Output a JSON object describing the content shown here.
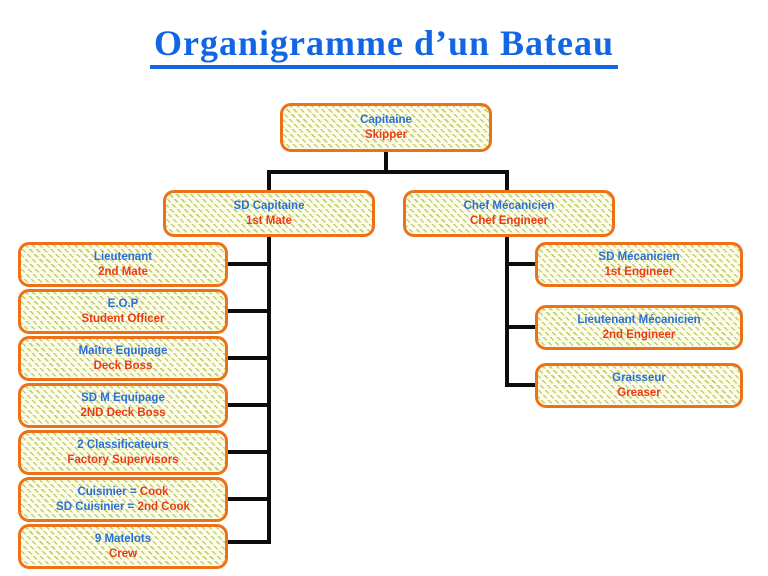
{
  "title": "Organigramme d’un Bateau",
  "palette": {
    "title_blue": "#1266e3",
    "label_blue": "#2a6fd4",
    "label_red": "#ee3a10",
    "border_orange": "#ed7117",
    "box_fill": "#fdfcec",
    "hatch_green": "#bfd06d",
    "connector_black": "#0d0d0d"
  },
  "org": {
    "root": {
      "line1_blue": "Capitaine",
      "line1_red": "",
      "line2_blue": "",
      "line2_red": "Skipper"
    },
    "left_head": {
      "line1_blue": "SD Capitaine",
      "line1_red": "",
      "line2_blue": "",
      "line2_red": "1st Mate"
    },
    "right_head": {
      "line1_blue": "Chef Mécanicien",
      "line1_red": "",
      "line2_blue": "",
      "line2_red": "Chef Engineer"
    },
    "left_children": [
      {
        "line1_blue": "Lieutenant",
        "line1_red": "",
        "line2_blue": "",
        "line2_red": "2nd Mate"
      },
      {
        "line1_blue": "E.O.P",
        "line1_red": "",
        "line2_blue": "",
        "line2_red": "Student Officer"
      },
      {
        "line1_blue": "Maître Equipage",
        "line1_red": "",
        "line2_blue": "",
        "line2_red": "Deck Boss"
      },
      {
        "line1_blue": "SD M Equipage",
        "line1_red": "",
        "line2_blue": "",
        "line2_red": "2ND Deck Boss"
      },
      {
        "line1_blue": "2 Classificateurs",
        "line1_red": "",
        "line2_blue": "",
        "line2_red": "Factory Supervisors"
      },
      {
        "line1_blue": "Cuisinier =",
        "line1_red": "Cook",
        "line2_blue": "SD Cuisinier =",
        "line2_red": "2nd Cook"
      },
      {
        "line1_blue": "9 Matelots",
        "line1_red": "",
        "line2_blue": "",
        "line2_red": "Crew"
      }
    ],
    "right_children": [
      {
        "line1_blue": "SD Mécanicien",
        "line1_red": "",
        "line2_blue": "",
        "line2_red": "1st Engineer"
      },
      {
        "line1_blue": "Lieutenant Mécanicien",
        "line1_red": "",
        "line2_blue": "",
        "line2_red": "2nd Engineer"
      },
      {
        "line1_blue": "Graisseur",
        "line1_red": "",
        "line2_blue": "",
        "line2_red": "Greaser"
      }
    ]
  }
}
